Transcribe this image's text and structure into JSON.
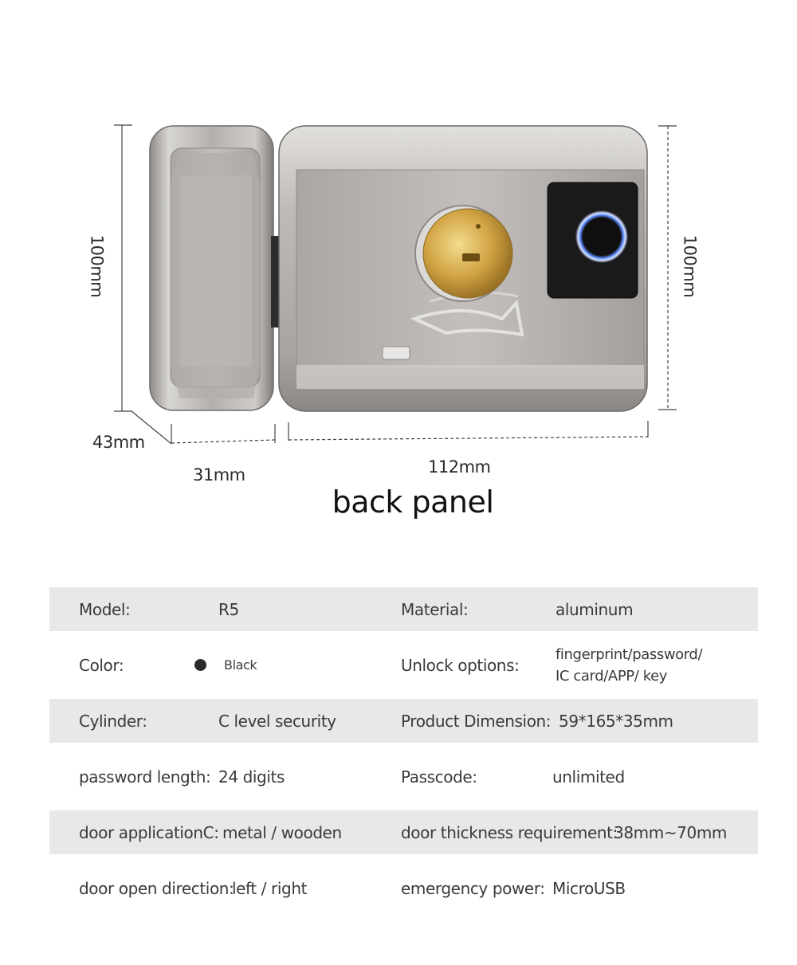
{
  "dimensions": {
    "left_height": "100mm",
    "right_height": "100mm",
    "depth": "43mm",
    "handle_width": "31mm",
    "body_width": "112mm"
  },
  "caption": "back panel",
  "colors": {
    "steel": "#b9b6b3",
    "brass": "#d4a84a",
    "sensor_ring": "#4f7cff",
    "row_shade": "#e8e8ea",
    "color_swatch": "#2b2b2b"
  },
  "specs": {
    "model_label": "Model:",
    "model_value": "R5",
    "material_label": "Material:",
    "material_value": "aluminum",
    "color_label": "Color:",
    "color_value": "Black",
    "unlock_label": "Unlock options:",
    "unlock_line1": "fingerprint/password/",
    "unlock_line2": "IC card/APP/ key",
    "cylinder_label": "Cylinder:",
    "cylinder_value": "C level security",
    "dimension_label": "Product Dimension:",
    "dimension_value": "59*165*35mm",
    "password_label": "password length:",
    "password_value": "24 digits",
    "passcode_label": "Passcode:",
    "passcode_value": "unlimited",
    "door_app_label": "door applicationC:",
    "door_app_value": "metal / wooden",
    "thickness_label": "door thickness requirement:",
    "thickness_value": "38mm~70mm",
    "direction_label": "door open direction:",
    "direction_value": "left / right",
    "power_label": "emergency power:",
    "power_value": "MicroUSB"
  }
}
